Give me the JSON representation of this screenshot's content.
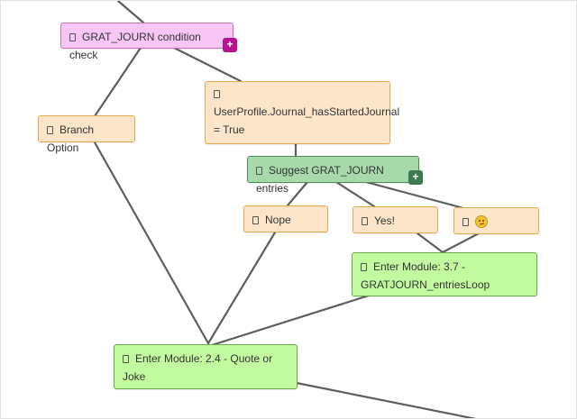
{
  "nodes": {
    "grat_check": {
      "label": "GRAT_JOURN condition check"
    },
    "branch_option": {
      "label": "Branch Option"
    },
    "journal_condition": {
      "label_line1": "UserProfile.Journal_hasStartedJournal",
      "label_line2": "= True"
    },
    "suggest_entries": {
      "label": "Suggest GRAT_JOURN entries"
    },
    "nope": {
      "label": "Nope"
    },
    "yes": {
      "label": "Yes!"
    },
    "thinking": {
      "label": ""
    },
    "module_37": {
      "label_line1": "Enter Module: 3.7 -",
      "label_line2": "GRATJOURN_entriesLoop"
    },
    "module_24": {
      "label_line1": "Enter Module: 2.4 - Quote or",
      "label_line2": "Joke"
    }
  },
  "controls": {
    "expand_symbol": "+"
  },
  "colors": {
    "condition_fill": "#f8c6f4",
    "option_fill": "#fde5c9",
    "action_fill": "#a7d9ab",
    "module_fill": "#c2fb9f",
    "edge": "#5e5e5e",
    "expand_magenta": "#b5138f",
    "expand_green": "#3f7a51"
  },
  "icons": {
    "node_icon": "node-type-icon",
    "thinking_emoji": "thinking-face-icon"
  }
}
